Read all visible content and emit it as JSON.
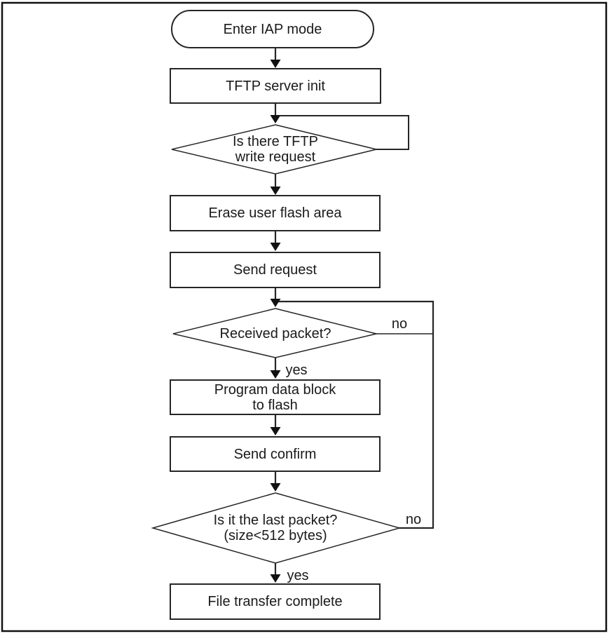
{
  "diagram": {
    "nodes": [
      {
        "id": "enter-iap-mode",
        "type": "terminator",
        "label": "Enter IAP mode"
      },
      {
        "id": "tftp-server-init",
        "type": "process",
        "label": "TFTP server init"
      },
      {
        "id": "tftp-write-request",
        "type": "decision",
        "label": "Is there TFTP\nwrite request"
      },
      {
        "id": "erase-user-flash",
        "type": "process",
        "label": "Erase user flash area"
      },
      {
        "id": "send-request",
        "type": "process",
        "label": "Send request"
      },
      {
        "id": "received-packet",
        "type": "decision",
        "label": "Received packet?"
      },
      {
        "id": "program-data-block",
        "type": "process",
        "label": "Program data block\nto flash"
      },
      {
        "id": "send-confirm",
        "type": "process",
        "label": "Send confirm"
      },
      {
        "id": "last-packet",
        "type": "decision",
        "label": "Is it the last packet?\n(size<512 bytes)"
      },
      {
        "id": "file-transfer-complete",
        "type": "process",
        "label": "File transfer complete"
      }
    ],
    "edge_labels": {
      "received_packet_no": "no",
      "received_packet_yes": "yes",
      "last_packet_no": "no",
      "last_packet_yes": "yes"
    },
    "colors": {
      "background": "#ffffff",
      "stroke": "#262626",
      "text": "#1a1a1a"
    }
  }
}
